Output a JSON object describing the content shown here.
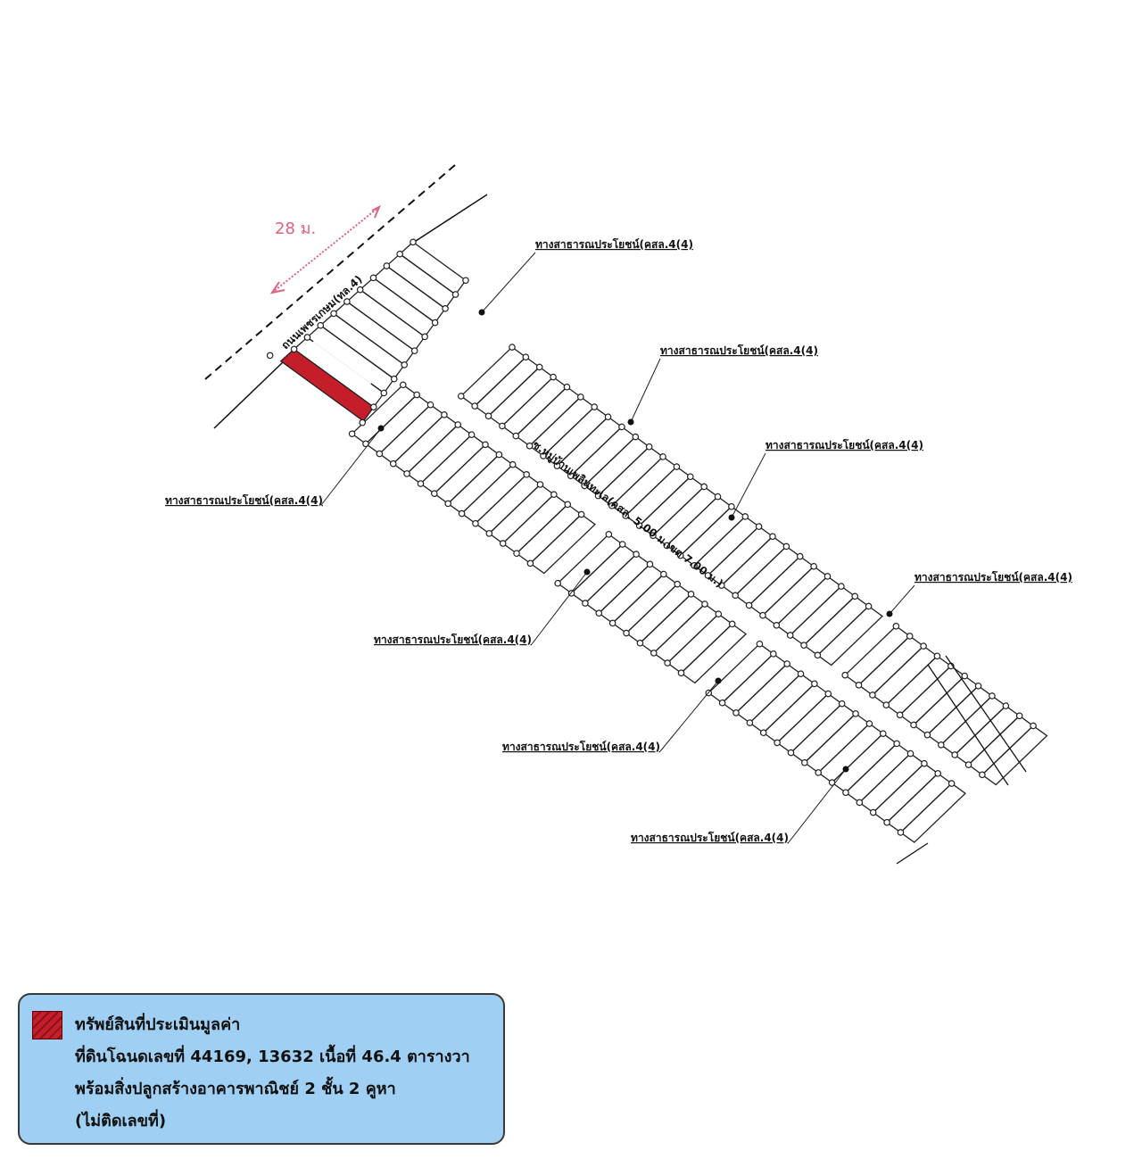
{
  "map": {
    "highway_label": "ถนนเพชรเกษม(ทล.4)",
    "soi_label": "ซ.หมู่บ้านเพลินทะเล(คสล. 5.00 ม.เขต 7.00 ม.)",
    "frontage_label": "28 ม.",
    "public_way_labels": [
      "ทางสาธารณประโยชน์(คสล.4(4)",
      "ทางสาธารณประโยชน์(คสล.4(4)",
      "ทางสาธารณประโยชน์(คสล.4(4)",
      "ทางสาธารณประโยชน์(คสล.4(4)",
      "ทางสาธารณประโยชน์(คสล.4(4)",
      "ทางสาธารณประโยชน์(คสล.4(4)",
      "ทางสาธารณประโยชน์(คสล.4(4)",
      "ทางสาธารณประโยชน์(คสล.4(4)"
    ],
    "colors": {
      "subject": "#c41e2a",
      "frontage": "#e0607f",
      "legend_bg": "#9fd0f4"
    }
  },
  "legend": {
    "title": "ทรัพย์สินที่ประเมินมูลค่า",
    "line1": "ที่ดินโฉนดเลขที่ 44169, 13632 เนื้อที่ 46.4 ตารางวา",
    "line2": "พร้อมสิ่งปลูกสร้างอาคารพาณิชย์ 2 ชั้น 2 คูหา",
    "line3": "(ไม่ติดเลขที่)"
  }
}
